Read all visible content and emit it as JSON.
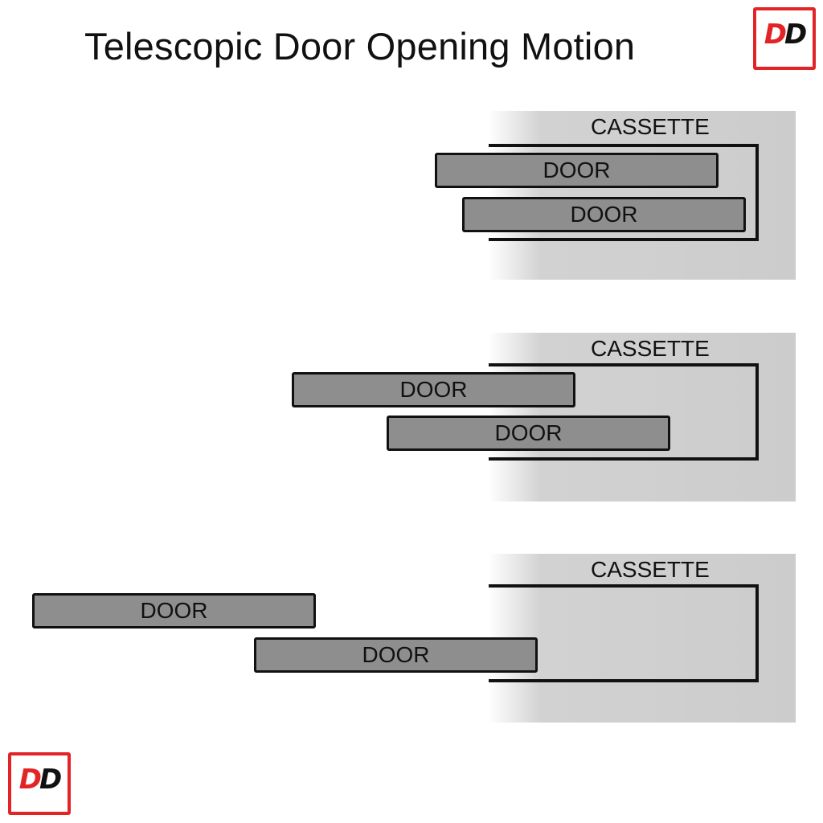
{
  "title": "Telescopic Door Opening Motion",
  "logo": {
    "letter1": "D",
    "letter2": "D",
    "color_red": "#e32427",
    "color_dark": "#111111"
  },
  "colors": {
    "door_fill": "#8e8e8e",
    "wall_fill": "#cccccc",
    "outline": "#111111"
  },
  "stages": [
    {
      "cassette_label": "CASSETTE",
      "doors": [
        {
          "label": "DOOR"
        },
        {
          "label": "DOOR"
        }
      ]
    },
    {
      "cassette_label": "CASSETTE",
      "doors": [
        {
          "label": "DOOR"
        },
        {
          "label": "DOOR"
        }
      ]
    },
    {
      "cassette_label": "CASSETTE",
      "doors": [
        {
          "label": "DOOR"
        },
        {
          "label": "DOOR"
        }
      ]
    }
  ]
}
